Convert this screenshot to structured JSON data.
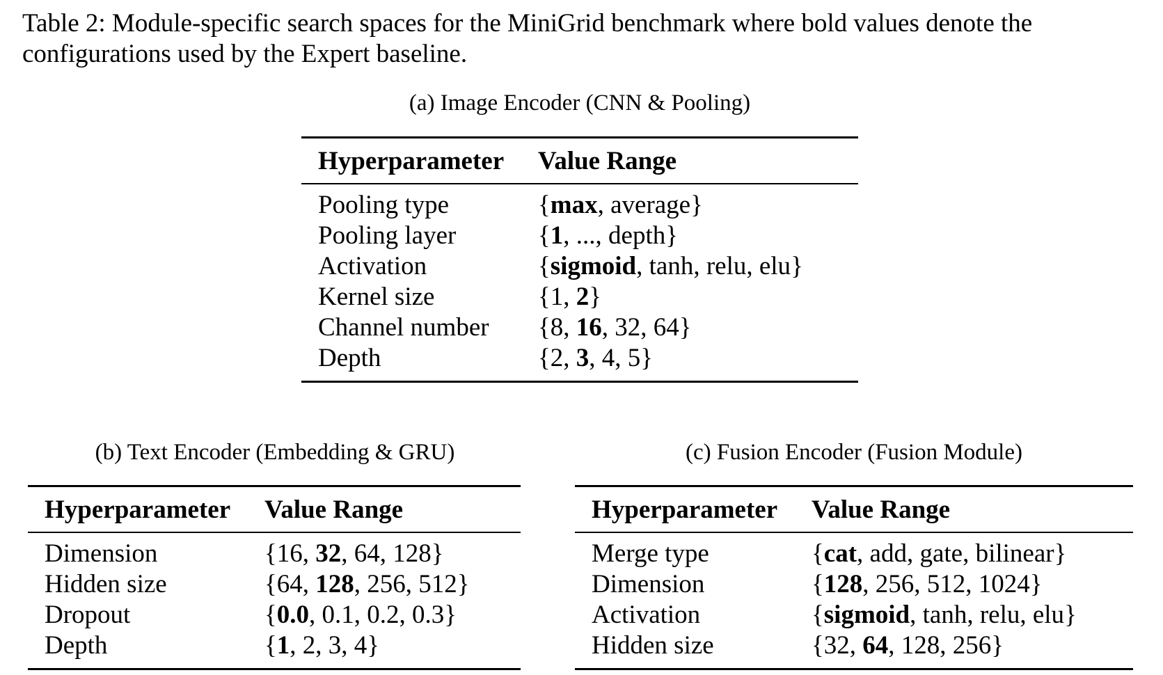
{
  "caption": "Table 2: Module-specific search spaces for the MiniGrid benchmark where bold values denote the configurations used by the Expert baseline.",
  "tables": [
    {
      "caption": "(a) Image Encoder (CNN & Pooling)",
      "headers": [
        "Hyperparameter",
        "Value Range"
      ],
      "rows": [
        {
          "param": "Pooling type",
          "values": [
            "max",
            "average"
          ],
          "bold": 0
        },
        {
          "param": "Pooling layer",
          "values": [
            "1",
            "...",
            "depth"
          ],
          "bold": 0
        },
        {
          "param": "Activation",
          "values": [
            "sigmoid",
            "tanh",
            "relu",
            "elu"
          ],
          "bold": 0
        },
        {
          "param": "Kernel size",
          "values": [
            "1",
            "2"
          ],
          "bold": 1
        },
        {
          "param": "Channel number",
          "values": [
            "8",
            "16",
            "32",
            "64"
          ],
          "bold": 1
        },
        {
          "param": "Depth",
          "values": [
            "2",
            "3",
            "4",
            "5"
          ],
          "bold": 1
        }
      ]
    },
    {
      "caption": "(b) Text Encoder (Embedding & GRU)",
      "headers": [
        "Hyperparameter",
        "Value Range"
      ],
      "rows": [
        {
          "param": "Dimension",
          "values": [
            "16",
            "32",
            "64",
            "128"
          ],
          "bold": 1
        },
        {
          "param": "Hidden size",
          "values": [
            "64",
            "128",
            "256",
            "512"
          ],
          "bold": 1
        },
        {
          "param": "Dropout",
          "values": [
            "0.0",
            "0.1",
            "0.2",
            "0.3"
          ],
          "bold": 0
        },
        {
          "param": "Depth",
          "values": [
            "1",
            "2",
            "3",
            "4"
          ],
          "bold": 0
        }
      ]
    },
    {
      "caption": "(c) Fusion Encoder (Fusion Module)",
      "headers": [
        "Hyperparameter",
        "Value Range"
      ],
      "rows": [
        {
          "param": "Merge type",
          "values": [
            "cat",
            "add",
            "gate",
            "bilinear"
          ],
          "bold": 0
        },
        {
          "param": "Dimension",
          "values": [
            "128",
            "256",
            "512",
            "1024"
          ],
          "bold": 0
        },
        {
          "param": "Activation",
          "values": [
            "sigmoid",
            "tanh",
            "relu",
            "elu"
          ],
          "bold": 0
        },
        {
          "param": "Hidden size",
          "values": [
            "32",
            "64",
            "128",
            "256"
          ],
          "bold": 1
        }
      ]
    }
  ]
}
